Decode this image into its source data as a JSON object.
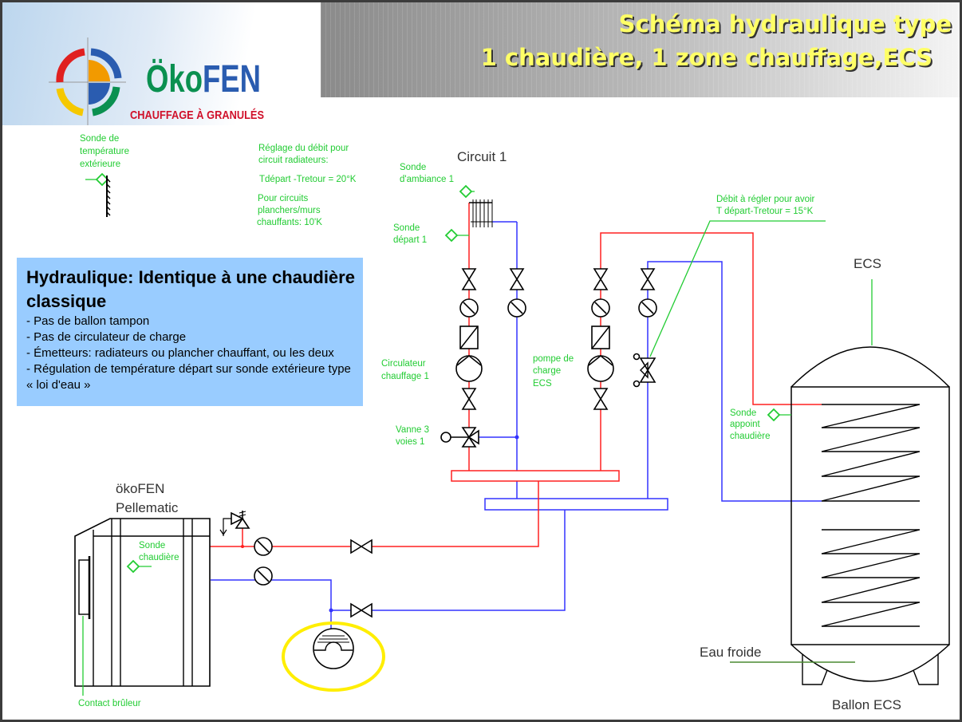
{
  "header": {
    "logo": {
      "brand": "ÖkoFEN",
      "tagline": "CHAUFFAGE À GRANULÉS"
    },
    "title_line1": "Schéma hydraulique type",
    "title_line2": "1 chaudière, 1 zone chauffage,ECS"
  },
  "infobox": {
    "heading": "Hydraulique: Identique à une chaudière classique",
    "items": [
      "- Pas de ballon tampon",
      "- Pas de circulateur de charge",
      "- Émetteurs: radiateurs ou plancher chauffant, ou les deux",
      "- Régulation de température départ sur sonde extérieure type « loi d'eau »"
    ],
    "background": "#99ccff"
  },
  "labels": {
    "outdoor_sensor": [
      "Sonde de",
      "température",
      "extérieure"
    ],
    "flow_setting": [
      "Réglage du débit pour",
      "circuit radiateurs:"
    ],
    "delta_radiators": "Tdépart -Tretour = 20°K",
    "floor_circuits": [
      "Pour circuits",
      "planchers/murs",
      "chauffants: 10'K"
    ],
    "circuit_title": "Circuit 1",
    "room_sensor": [
      "Sonde",
      "d'ambiance 1"
    ],
    "flow_sensor": [
      "Sonde",
      "départ 1"
    ],
    "heating_pump": [
      "Circulateur",
      "chauffage 1"
    ],
    "mixing_valve": [
      "Vanne 3",
      "voies 1"
    ],
    "charge_pump": [
      "pompe de",
      "charge",
      "ECS"
    ],
    "ecs_flow": [
      "Débit à régler pour avoir",
      "T départ-Tretour = 15°K"
    ],
    "tank_sensor": [
      "Sonde",
      "appoint",
      "chaudière"
    ],
    "ecs": "ECS",
    "cold_water": "Eau froide",
    "tank": "Ballon ECS",
    "boiler": [
      "ökoFEN",
      "Pellematic"
    ],
    "boiler_sensor": [
      "Sonde",
      "chaudière"
    ],
    "burner_contact": "Contact brûleur"
  },
  "colors": {
    "supply": "#ff2020",
    "return": "#3333ff",
    "annotation": "#22cc33",
    "highlight": "#ffee00",
    "title": "#ffff66"
  }
}
